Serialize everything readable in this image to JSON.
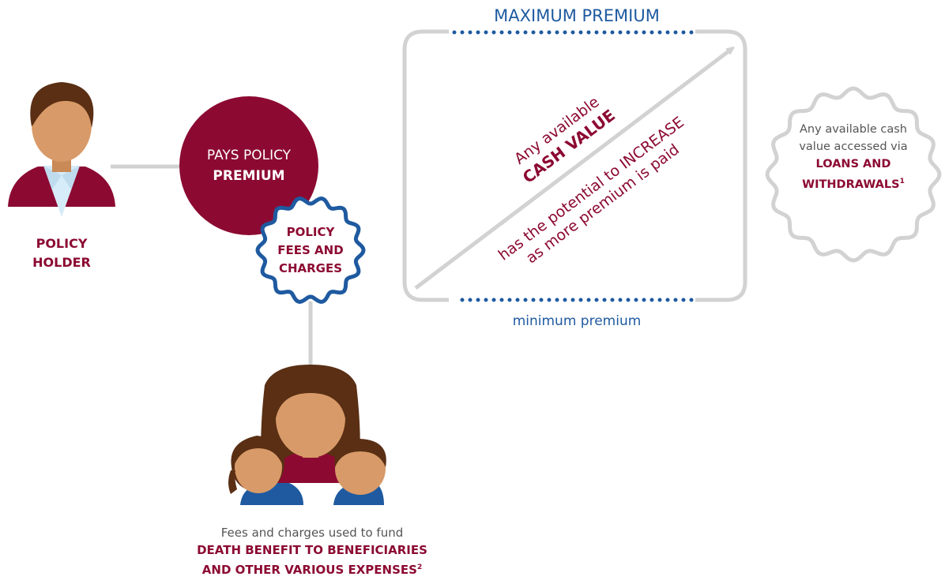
{
  "colors": {
    "crimson": "#8c0a32",
    "blue": "#1f5aa0",
    "gray": "#d2d2d2",
    "skin": "#d89a68",
    "hair": "#5a2f14"
  },
  "policy_holder": {
    "line1": "POLICY",
    "line2": "HOLDER"
  },
  "premium_circle": {
    "line1": "PAYS POLICY",
    "line2": "PREMIUM"
  },
  "fees_badge": {
    "line1": "POLICY",
    "line2": "FEES AND",
    "line3": "CHARGES"
  },
  "premium_box": {
    "max_label": "MAXIMUM PREMIUM",
    "min_label": "minimum premium",
    "cash_line1": "Any available",
    "cash_line2": "CASH VALUE",
    "potential_line1": "has the potential to INCREASE",
    "potential_line2": "as more premium is paid"
  },
  "loans_badge": {
    "line1": "Any available cash",
    "line2": "value accessed via",
    "line3": "LOANS AND",
    "line4": "WITHDRAWALS",
    "footnote": "1"
  },
  "beneficiaries": {
    "line1": "Fees and charges used to fund",
    "line2": "DEATH BENEFIT TO BENEFICIARIES",
    "line3": "AND OTHER VARIOUS EXPENSES",
    "footnote": "2"
  },
  "icons": [
    "policy-holder-icon",
    "beneficiaries-family-icon",
    "arrow-icon"
  ]
}
